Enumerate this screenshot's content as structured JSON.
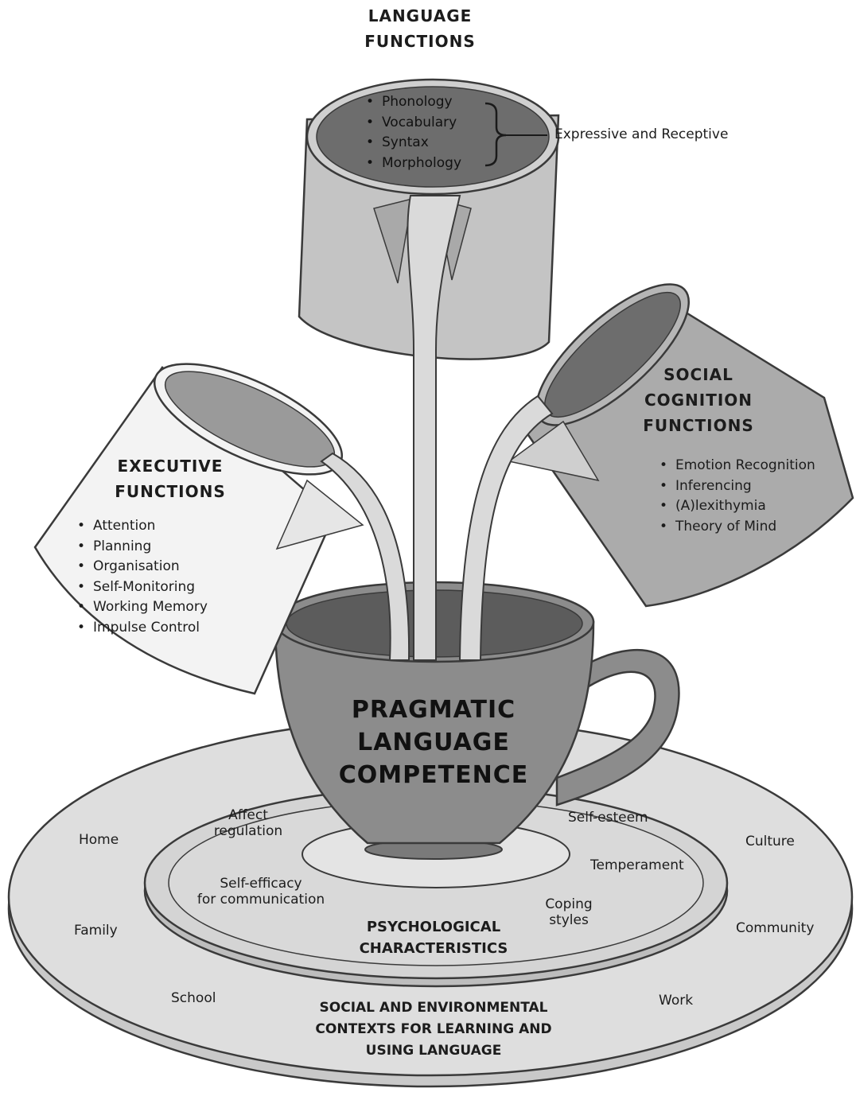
{
  "language_functions": {
    "title_line1": "LANGUAGE",
    "title_line2": "FUNCTIONS",
    "items": [
      "Phonology",
      "Vocabulary",
      "Syntax",
      "Morphology"
    ],
    "bracket_label": "Expressive and Receptive"
  },
  "executive_functions": {
    "title_line1": "EXECUTIVE",
    "title_line2": "FUNCTIONS",
    "items": [
      "Attention",
      "Planning",
      "Organisation",
      "Self-Monitoring",
      "Working Memory",
      "Impulse Control"
    ]
  },
  "social_cognition_functions": {
    "title_line1": "SOCIAL",
    "title_line2": "COGNITION",
    "title_line3": "FUNCTIONS",
    "items": [
      "Emotion Recognition",
      "Inferencing",
      "(A)lexithymia",
      "Theory of Mind"
    ]
  },
  "cup": {
    "line1": "PRAGMATIC",
    "line2": "LANGUAGE",
    "line3": "COMPETENCE"
  },
  "psychological_characteristics": {
    "title_line1": "PSYCHOLOGICAL",
    "title_line2": "CHARACTERISTICS",
    "affect_regulation_line1": "Affect",
    "affect_regulation_line2": "regulation",
    "self_efficacy_line1": "Self-efficacy",
    "self_efficacy_line2": "for communication",
    "self_esteem": "Self-esteem",
    "temperament": "Temperament",
    "coping_styles_line1": "Coping",
    "coping_styles_line2": "styles"
  },
  "social_environmental_contexts": {
    "title_line1": "SOCIAL AND ENVIRONMENTAL",
    "title_line2": "CONTEXTS FOR LEARNING AND",
    "title_line3": "USING LANGUAGE",
    "home": "Home",
    "family": "Family",
    "school": "School",
    "culture": "Culture",
    "community": "Community",
    "work": "Work"
  },
  "colors": {
    "outline": "#3a3a3a",
    "outer_plate": "#dedede",
    "inner_plate": "#cfcfcf",
    "cup_body": "#8c8c8c",
    "cup_inside": "#5c5c5c",
    "language_jug": "#c4c4c4",
    "executive_jug": "#f3f3f3",
    "social_jug": "#ababab",
    "stream": "#dadada"
  }
}
